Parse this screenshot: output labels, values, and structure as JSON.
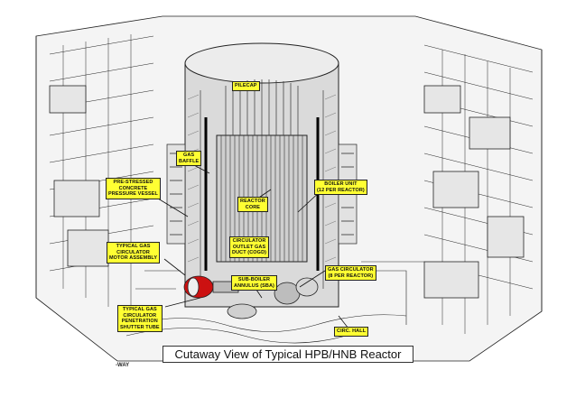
{
  "caption": "Cutaway View of Typical HPB/HNB Reactor",
  "colors": {
    "callout_fill": "#ffff33",
    "ink": "#222222",
    "gas_circulator": "#cc1111"
  },
  "labels": {
    "pilecap": "PILECAP",
    "gas_baffle": "GAS\nBAFFLE",
    "pcpv": "PRE-STRESSED\nCONCRETE\nPRESSURE VESSEL",
    "reactor_core": "REACTOR\nCORE",
    "boiler_unit": "BOILER UNIT\n(12 PER REACTOR)",
    "circulator_outlet": "CIRCULATOR\nOUTLET GAS\nDUCT (COGD)",
    "motor_assembly": "TYPICAL GAS\nCIRCULATOR\nMOTOR ASSEMBLY",
    "sub_boiler": "SUB-BOILER\nANNULUS (SBA)",
    "gas_circulator": "GAS CIRCULATOR\n(8 PER REACTOR)",
    "penetration": "TYPICAL GAS\nCIRCULATOR\nPENETRATION\nSHUTTER TUBE",
    "circ_hall": "CIRC. HALL"
  },
  "way_mark": "-WAY"
}
